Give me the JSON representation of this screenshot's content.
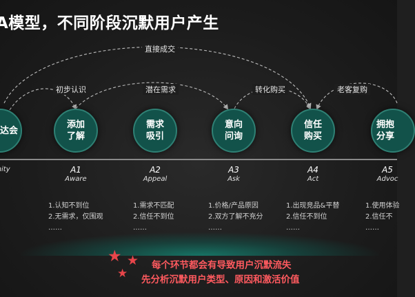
{
  "title": "A模型，不同阶段沉默用户产生",
  "arcs": {
    "direct": "直接成交",
    "initial": "初步认识",
    "latent": "潜在需求",
    "convert": "转化购买",
    "repeat": "老客复购"
  },
  "nodes": [
    {
      "label": "达会"
    },
    {
      "label": "添加了解"
    },
    {
      "label": "需求吸引"
    },
    {
      "label": "意向问询"
    },
    {
      "label": "信任购买"
    },
    {
      "label": "拥抱分享"
    }
  ],
  "stages": [
    {
      "code": "",
      "name": "unity"
    },
    {
      "code": "A1",
      "name": "Aware"
    },
    {
      "code": "A2",
      "name": "Appeal"
    },
    {
      "code": "A3",
      "name": "Ask"
    },
    {
      "code": "A4",
      "name": "Act"
    },
    {
      "code": "A5",
      "name": "Advoc"
    }
  ],
  "reasons": [
    {
      "lines": [
        "1.认知不到位",
        "2.无需求，仅围观",
        "……"
      ]
    },
    {
      "lines": [
        "1.需求不匹配",
        "2.信任不到位",
        "……"
      ]
    },
    {
      "lines": [
        "1.价格/产品原因",
        "2.双方了解不充分",
        "……"
      ]
    },
    {
      "lines": [
        "1.出现竞品&平替",
        "2.信任不到位",
        "……"
      ]
    },
    {
      "lines": [
        "1.使用体验",
        "2.信任不",
        "……"
      ]
    }
  ],
  "footer": {
    "line1": "每个环节都会有导致用户沉默流失",
    "line2": "先分析沉默用户类型、原因和激活价值"
  },
  "colors": {
    "node_fill": "#12524a",
    "node_border": "#2f8074",
    "arc": "#bdbdbd",
    "accent_red": "#ff5a5f",
    "star_red": "#e8454a"
  }
}
